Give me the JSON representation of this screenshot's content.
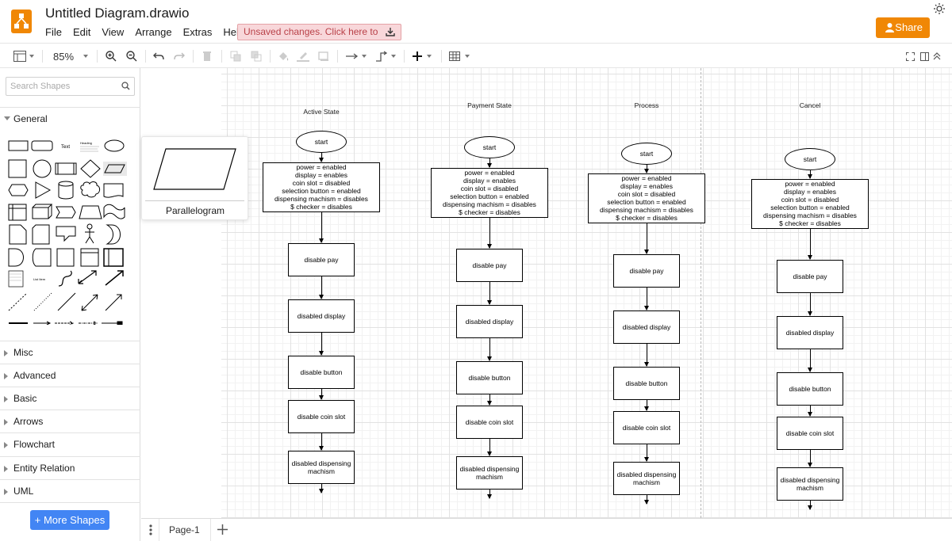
{
  "app": {
    "title": "Untitled Diagram.drawio",
    "menu": [
      "File",
      "Edit",
      "View",
      "Arrange",
      "Extras",
      "Help"
    ],
    "unsaved_text": "Unsaved changes. Click here to save.",
    "share_label": "Share",
    "accent": "#f08705"
  },
  "toolbar": {
    "zoom": "85%"
  },
  "sidebar": {
    "search_placeholder": "Search Shapes",
    "sections": [
      "General",
      "Misc",
      "Advanced",
      "Basic",
      "Arrows",
      "Flowchart",
      "Entity Relation",
      "UML"
    ],
    "palette_text_label": "Text",
    "palette_heading_label": "Heading",
    "palette_list_label": "List Item",
    "more_shapes_label": "+ More Shapes"
  },
  "tooltip": {
    "label": "Parallelogram"
  },
  "diagram": {
    "columns": [
      {
        "title": "Active State",
        "start": "start",
        "state": [
          "power = enabled",
          "display = enables",
          "coin slot = disabled",
          "selection button = enabled",
          "dispensing machism = disables",
          "$ checker = disables"
        ],
        "steps": [
          "disable pay",
          "disabled display",
          "disable button",
          "disable coin slot",
          "disabled dispensing machism"
        ]
      },
      {
        "title": "Payment State",
        "start": "start",
        "state": [
          "power = enabled",
          "display = enables",
          "coin slot = disabled",
          "selection button = enabled",
          "dispensing machism = disables",
          "$ checker = disables"
        ],
        "steps": [
          "disable pay",
          "disabled display",
          "disable button",
          "disable coin slot",
          "disabled dispensing machism"
        ]
      },
      {
        "title": "Process",
        "start": "start",
        "state": [
          "power = enabled",
          "display = enables",
          "coin slot = disabled",
          "selection button = enabled",
          "dispensing machism = disables",
          "$ checker = disables"
        ],
        "steps": [
          "disable pay",
          "disabled display",
          "disable button",
          "disable coin slot",
          "disabled dispensing machism"
        ]
      },
      {
        "title": "Cancel",
        "start": "start",
        "state": [
          "power = enabled",
          "display = enables",
          "coin slot = disabled",
          "selection button = enabled",
          "dispensing machism = disables",
          "$ checker = disables"
        ],
        "steps": [
          "disable pay",
          "disabled display",
          "disable button",
          "disable coin slot",
          "disabled dispensing machism"
        ]
      }
    ]
  },
  "bottom": {
    "page_tab": "Page-1"
  }
}
